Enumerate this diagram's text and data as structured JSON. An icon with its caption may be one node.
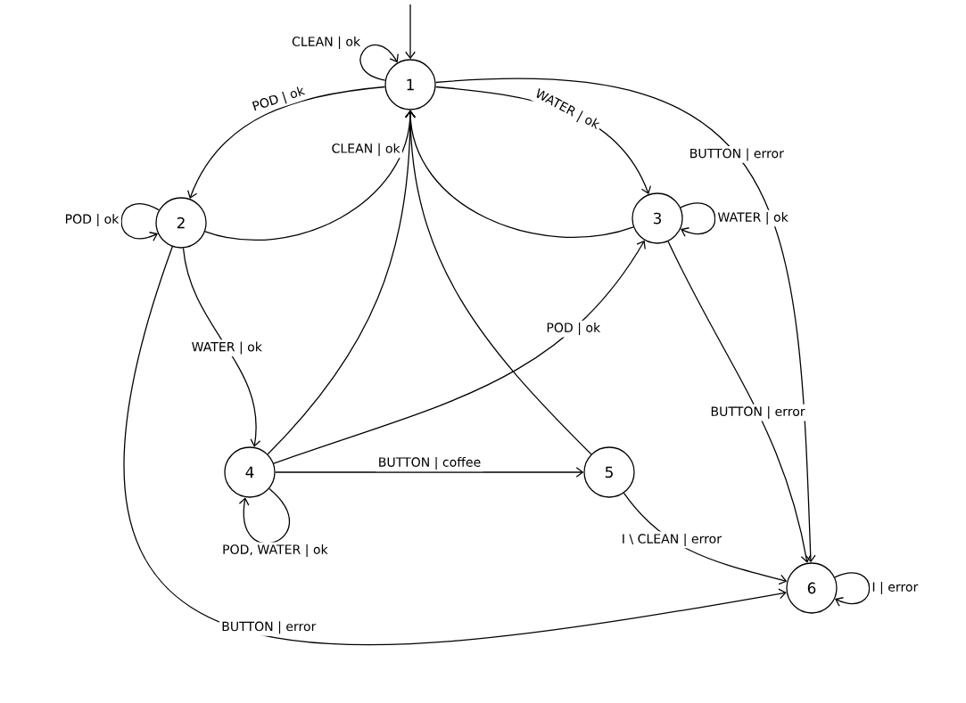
{
  "diagram": {
    "nodes": [
      {
        "text": [
          "1"
        ]
      },
      {
        "text": [
          "2"
        ]
      },
      {
        "text": [
          "3"
        ]
      },
      {
        "text": [
          "4"
        ]
      },
      {
        "text": [
          "5"
        ]
      },
      {
        "text": [
          "6"
        ]
      }
    ],
    "edges": [
      {
        "from": null,
        "to": 0,
        "arrow": "to"
      },
      {
        "from": 0,
        "to": 0,
        "arrow": "to",
        "label": "CLEAN | ok"
      },
      {
        "from": 0,
        "to": 1,
        "arrow": "to",
        "label": "POD | ok"
      },
      {
        "from": 0,
        "to": 2,
        "arrow": "to",
        "label": "WATER | ok"
      },
      {
        "from": 0,
        "to": 5,
        "arrow": "to",
        "label": "BUTTON | error"
      },
      {
        "from": 1,
        "to": 1,
        "arrow": "to",
        "label": "POD | ok"
      },
      {
        "from": 1,
        "to": 0,
        "arrow": "to",
        "label": "CLEAN | ok"
      },
      {
        "from": 2,
        "to": 0,
        "arrow": "to"
      },
      {
        "from": 3,
        "to": 0,
        "arrow": "to"
      },
      {
        "from": 4,
        "to": 0,
        "arrow": "to"
      },
      {
        "from": 1,
        "to": 3,
        "arrow": "to",
        "label": "WATER | ok"
      },
      {
        "from": 1,
        "to": 5,
        "arrow": "to",
        "label": "BUTTON | error"
      },
      {
        "from": 2,
        "to": 2,
        "arrow": "to",
        "label": "WATER | ok"
      },
      {
        "from": 2,
        "to": 5,
        "arrow": "to",
        "label": "BUTTON | error"
      },
      {
        "from": 3,
        "to": 2,
        "arrow": "to",
        "label": "POD | ok"
      },
      {
        "from": 3,
        "to": 4,
        "arrow": "to",
        "label": "BUTTON | coffee"
      },
      {
        "from": 3,
        "to": 3,
        "arrow": "to",
        "label": "POD, WATER | ok"
      },
      {
        "from": 4,
        "to": 5,
        "arrow": "to",
        "label": "I \\ CLEAN | error"
      },
      {
        "from": 5,
        "to": 5,
        "arrow": "to",
        "label": "I | error"
      }
    ]
  }
}
